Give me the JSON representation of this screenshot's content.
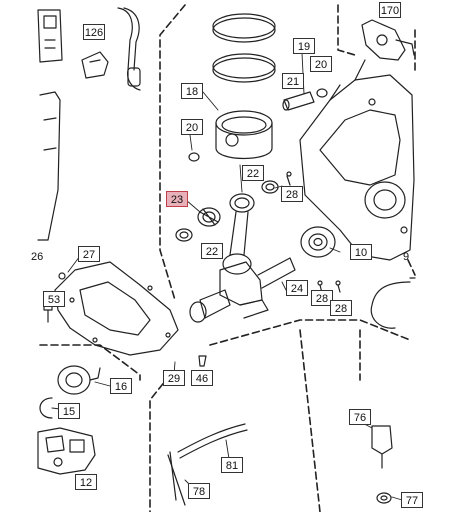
{
  "labels": {
    "p170": "170",
    "p126": "126",
    "p19": "19",
    "p20a": "20",
    "p21": "21",
    "p18": "18",
    "p20b": "20",
    "p23": "23",
    "p22": "22",
    "p28a": "28",
    "p27": "27",
    "p10": "10",
    "p53": "53",
    "p24": "24",
    "p28b": "28",
    "p28c": "28",
    "p16": "16",
    "p29": "29",
    "p46": "46",
    "p15": "15",
    "p76": "76",
    "p81": "81",
    "p12": "12",
    "p78": "78",
    "p77": "77"
  },
  "edge_fragments": {
    "left26": "26",
    "right9": "9"
  },
  "highlight_color": "#e8b0b8",
  "line_color": "#222222"
}
